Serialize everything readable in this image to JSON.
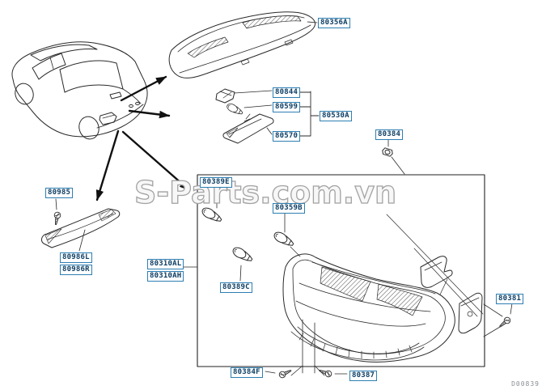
{
  "watermark": "S-Parts.com.vn",
  "diagram_code": "D00839",
  "colors": {
    "label_border": "#2e7fb2",
    "label_text": "#0e3e63",
    "line_art": "#2a2a2a",
    "watermark_outline": "#a3a3a3"
  },
  "labels": [
    {
      "part_number": "80356A"
    },
    {
      "part_number": "80844"
    },
    {
      "part_number": "80599"
    },
    {
      "part_number": "80530A"
    },
    {
      "part_number": "80570"
    },
    {
      "part_number": "80384"
    },
    {
      "part_number": "80985"
    },
    {
      "part_number": "80986L"
    },
    {
      "part_number": "80986R"
    },
    {
      "part_number": "80389E"
    },
    {
      "part_number": "80359B"
    },
    {
      "part_number": "80310AL"
    },
    {
      "part_number": "80310AH"
    },
    {
      "part_number": "80389C"
    },
    {
      "part_number": "80381"
    },
    {
      "part_number": "80384F"
    },
    {
      "part_number": "80387"
    }
  ]
}
